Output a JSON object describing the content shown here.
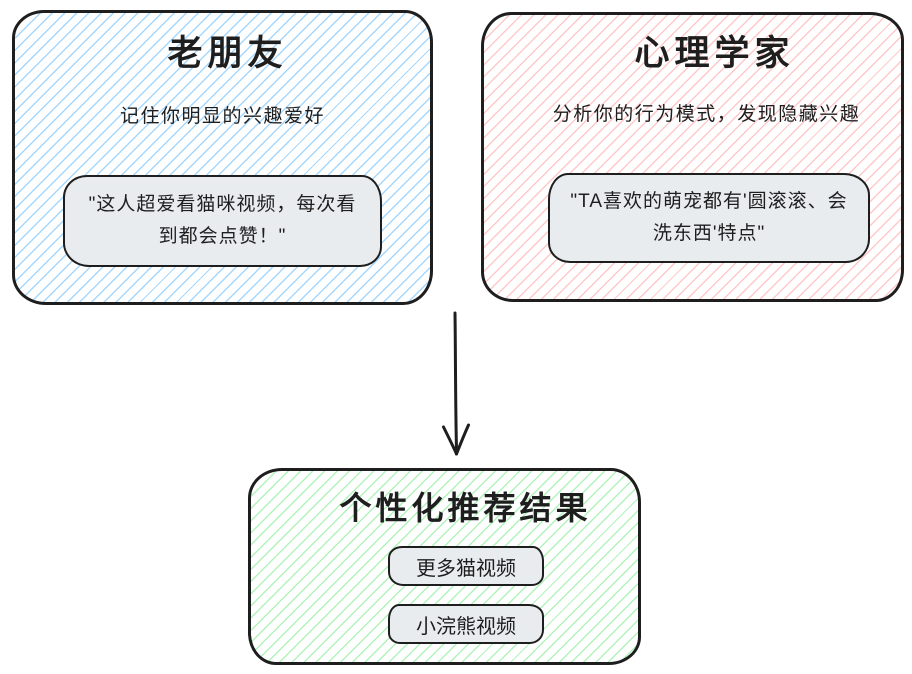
{
  "boxes": {
    "friend": {
      "title": "老朋友",
      "description": "记住你明显的兴趣爱好",
      "quote": "\"这人超爱看猫咪视频，每次看到都会点赞！\"",
      "hatch_color": "#a5d8ff"
    },
    "psychologist": {
      "title": "心理学家",
      "description": "分析你的行为模式，发现隐藏兴趣",
      "quote": "\"TA喜欢的萌宠都有'圆滚滚、会洗东西'特点\"",
      "hatch_color": "#ffc9c9"
    },
    "result": {
      "title": "个性化推荐结果",
      "items": [
        "更多猫视频",
        "小浣熊视频"
      ],
      "hatch_color": "#b2f2bb"
    }
  },
  "connector": {
    "icon": "down-arrow",
    "from": "top-boxes",
    "to": "result-box"
  },
  "colors": {
    "stroke": "#1e1e1e",
    "card_fill": "#e9ecef",
    "background": "#ffffff"
  }
}
